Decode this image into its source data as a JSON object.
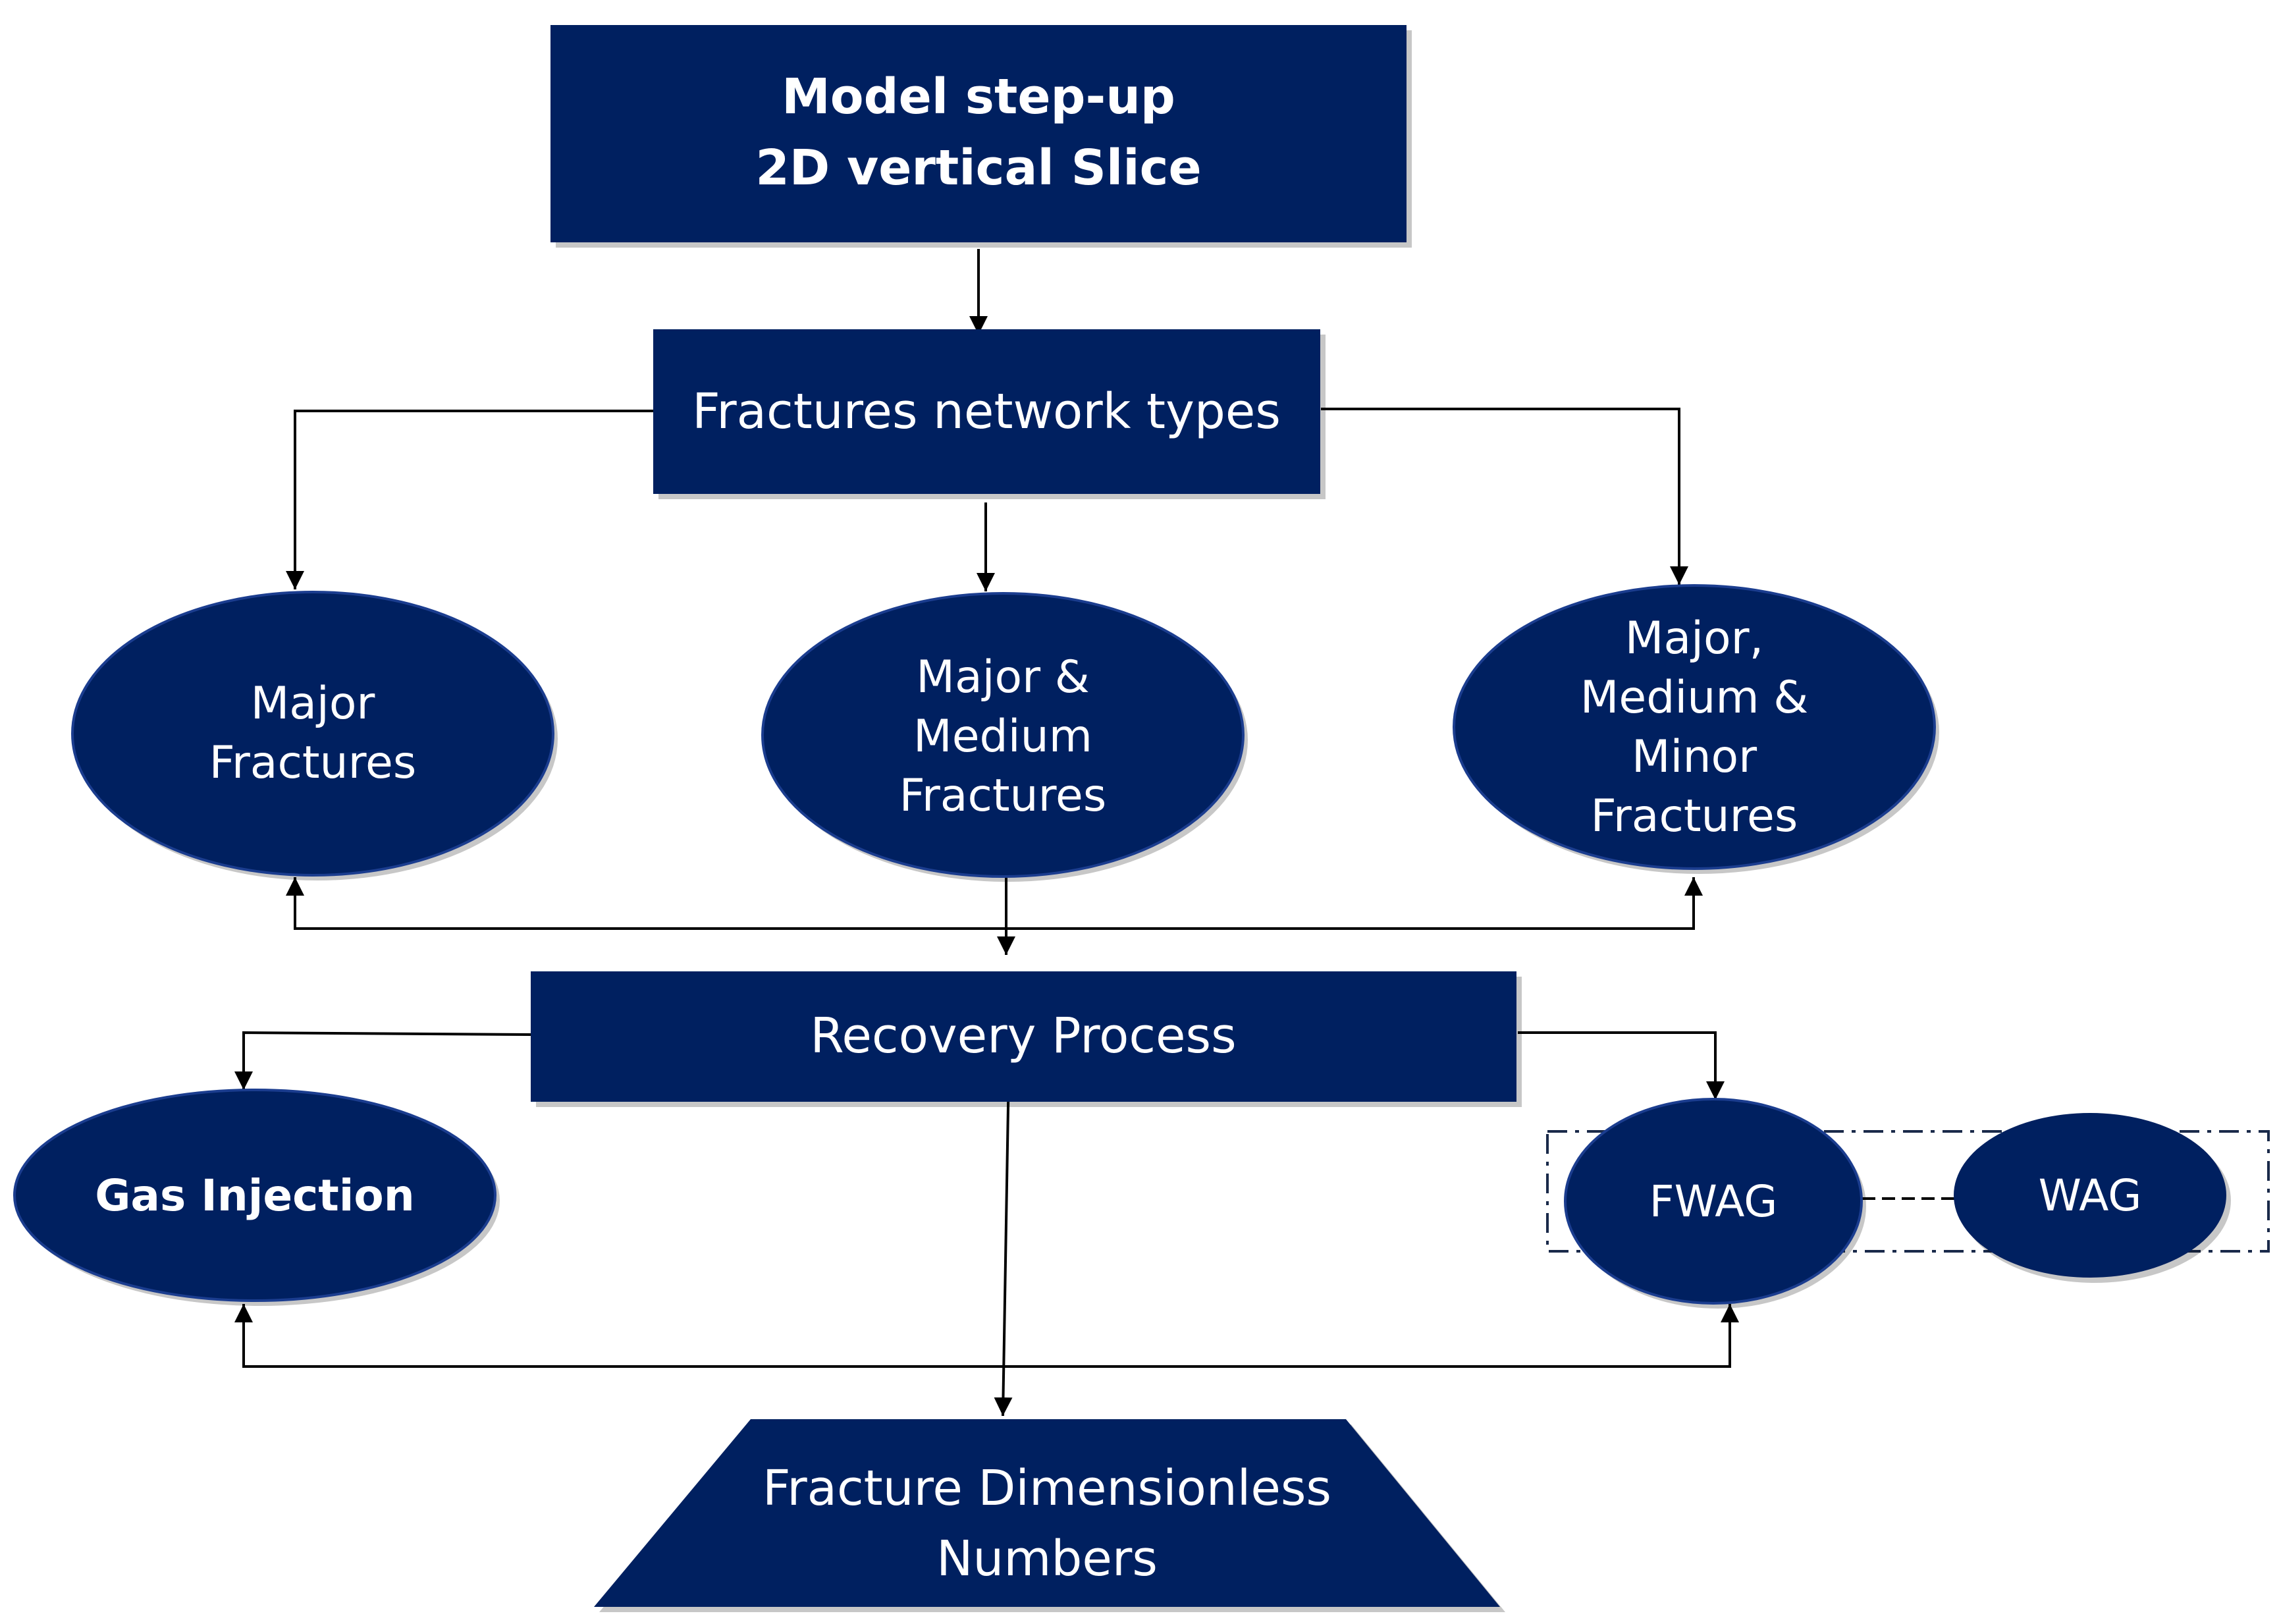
{
  "colors": {
    "node_fill": "#002060",
    "text": "#FFFFFF",
    "edges": "#000000"
  },
  "nodes": {
    "model_setup": {
      "line1": "Model step-up",
      "line2": "2D vertical Slice"
    },
    "network_types": {
      "label": "Fractures network types"
    },
    "major": {
      "line1": "Major",
      "line2": "Fractures"
    },
    "major_medium": {
      "line1": "Major &",
      "line2": "Medium",
      "line3": "Fractures"
    },
    "major_medium_minor": {
      "line1": "Major,",
      "line2": "Medium &",
      "line3": "Minor",
      "line4": "Fractures"
    },
    "recovery": {
      "label": "Recovery Process"
    },
    "gas_injection": {
      "label": "Gas Injection"
    },
    "fwag": {
      "label": "FWAG"
    },
    "wag": {
      "label": "WAG"
    },
    "dimensionless": {
      "line1": "Fracture Dimensionless",
      "line2": "Numbers"
    }
  }
}
